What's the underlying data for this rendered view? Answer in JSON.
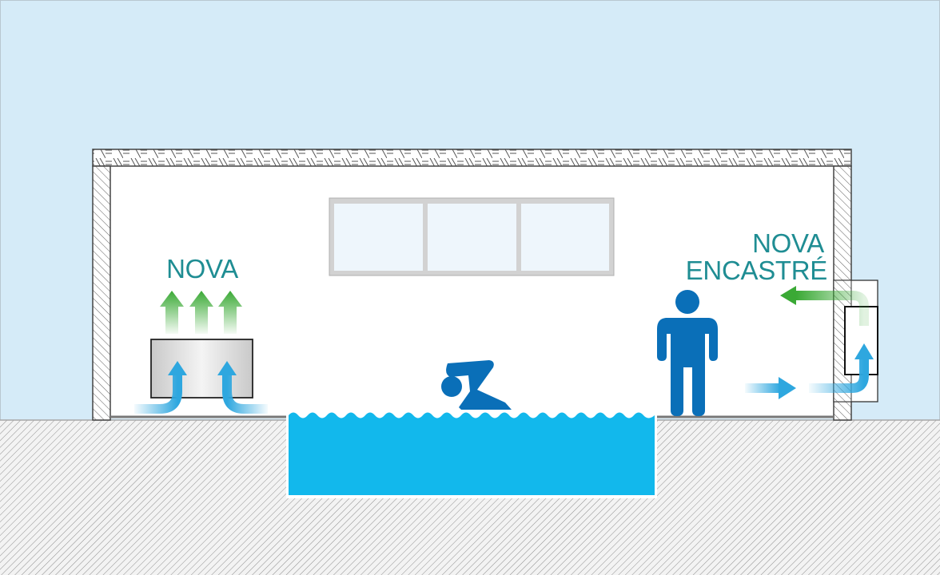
{
  "labels": {
    "left_unit": "NOVA",
    "right_unit_line1": "NOVA",
    "right_unit_line2": "ENCASTRÉ"
  },
  "colors": {
    "sky": "#d5ebf8",
    "ground": "#f2f2f2",
    "hatch": "#9a9a9a",
    "wall": "#ffffff",
    "pool_water": "#12b8ec",
    "figure": "#0a6fb8",
    "label_text": "#1f8d93",
    "air_in": "#2ea7df",
    "air_out": "#3aa935"
  },
  "icons": [
    "swimmer-icon",
    "person-icon",
    "arrow-up-icon",
    "arrow-left-icon",
    "arrow-right-icon",
    "window-icon",
    "dehumidifier-unit-icon"
  ]
}
